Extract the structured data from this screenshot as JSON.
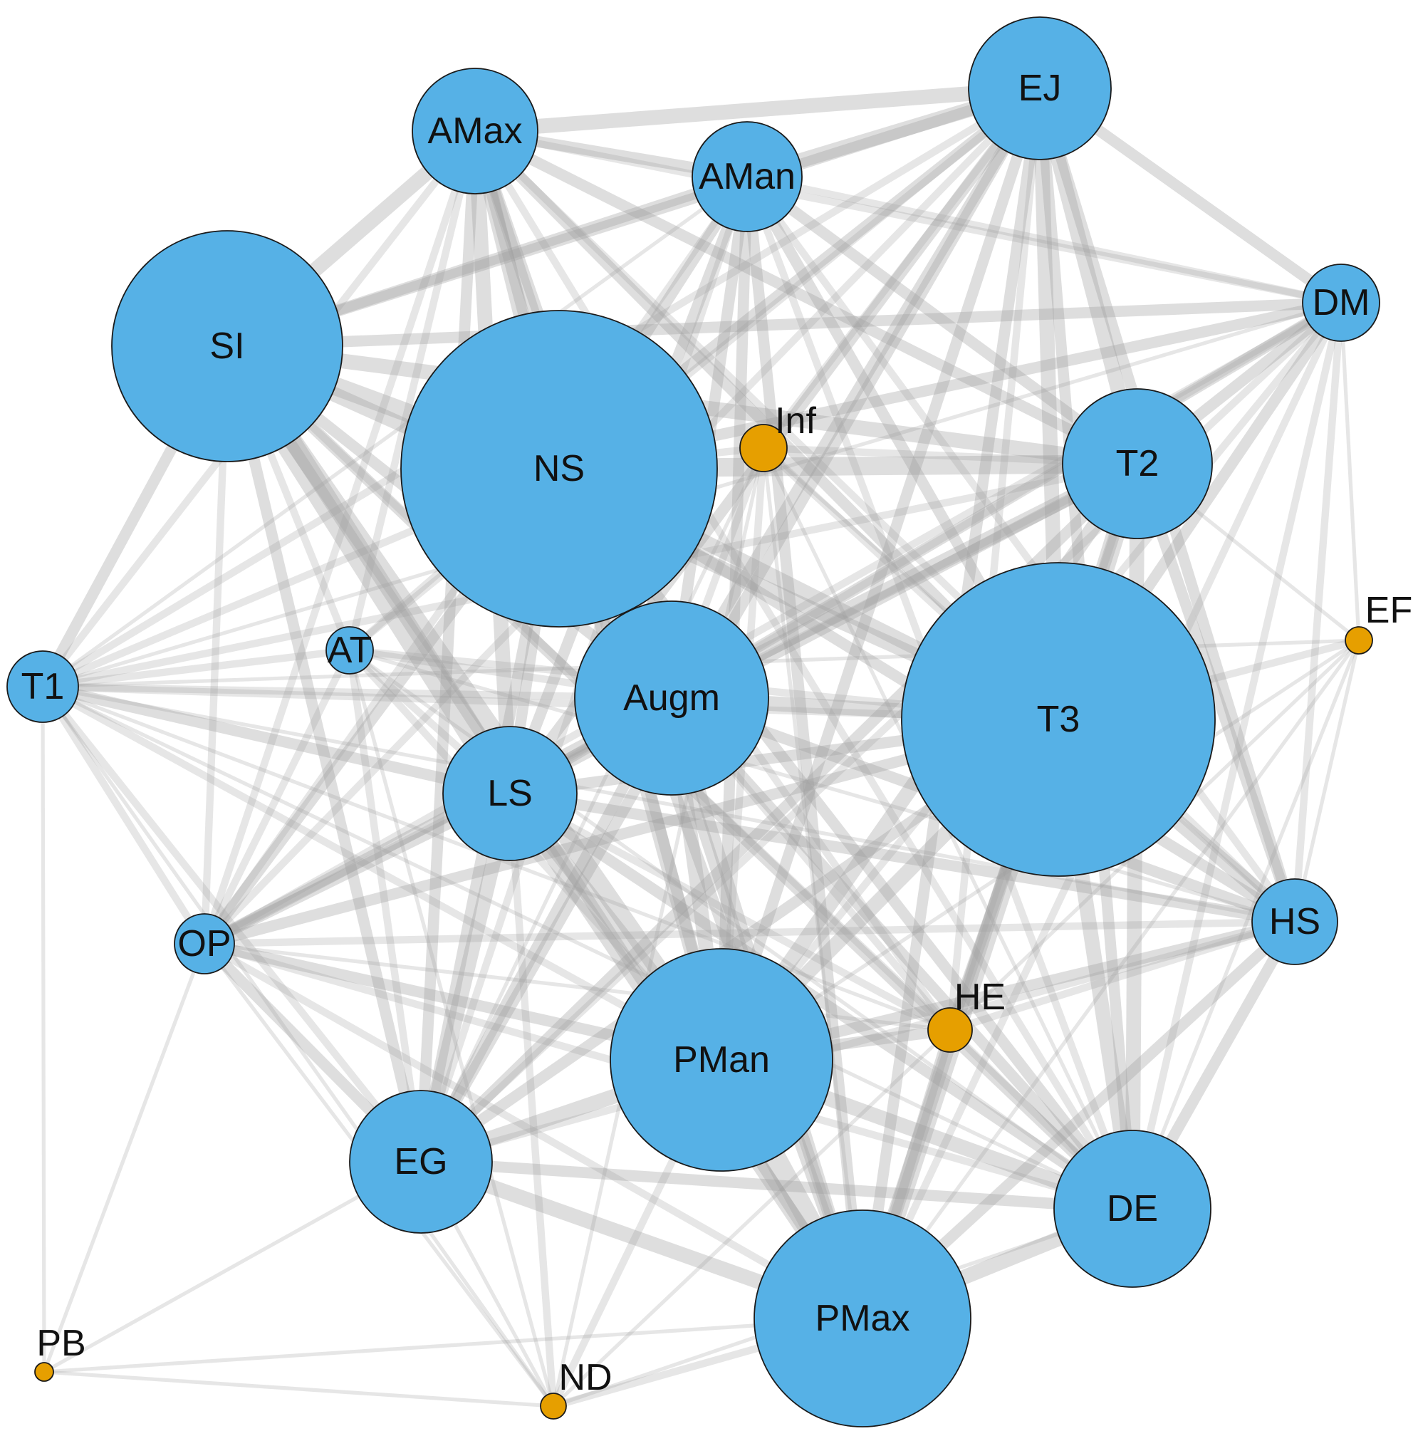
{
  "colors": {
    "primary_node": "#56B1E6",
    "secondary_node": "#E69F00",
    "edge": "#9E9E9E",
    "node_outline": "#1A1A1A"
  },
  "network": {
    "nodes": [
      {
        "id": "AMax",
        "label": "AMax",
        "group": "primary"
      },
      {
        "id": "AMan",
        "label": "AMan",
        "group": "primary"
      },
      {
        "id": "EJ",
        "label": "EJ",
        "group": "primary"
      },
      {
        "id": "DM",
        "label": "DM",
        "group": "primary"
      },
      {
        "id": "SI",
        "label": "SI",
        "group": "primary"
      },
      {
        "id": "NS",
        "label": "NS",
        "group": "primary"
      },
      {
        "id": "Inf",
        "label": "Inf",
        "group": "secondary"
      },
      {
        "id": "T2",
        "label": "T2",
        "group": "primary"
      },
      {
        "id": "EF",
        "label": "EF",
        "group": "secondary"
      },
      {
        "id": "AT",
        "label": "AT",
        "group": "primary"
      },
      {
        "id": "T1",
        "label": "T1",
        "group": "primary"
      },
      {
        "id": "Augm",
        "label": "Augm",
        "group": "primary"
      },
      {
        "id": "T3",
        "label": "T3",
        "group": "primary"
      },
      {
        "id": "LS",
        "label": "LS",
        "group": "primary"
      },
      {
        "id": "OP",
        "label": "OP",
        "group": "primary"
      },
      {
        "id": "HS",
        "label": "HS",
        "group": "primary"
      },
      {
        "id": "HE",
        "label": "HE",
        "group": "secondary"
      },
      {
        "id": "PMan",
        "label": "PMan",
        "group": "primary"
      },
      {
        "id": "EG",
        "label": "EG",
        "group": "primary"
      },
      {
        "id": "DE",
        "label": "DE",
        "group": "primary"
      },
      {
        "id": "PB",
        "label": "PB",
        "group": "secondary"
      },
      {
        "id": "PMax",
        "label": "PMax",
        "group": "primary"
      },
      {
        "id": "ND",
        "label": "ND",
        "group": "secondary"
      }
    ],
    "edges": [
      [
        "NS",
        "Augm",
        5
      ],
      [
        "NS",
        "T3",
        4
      ],
      [
        "NS",
        "T2",
        5
      ],
      [
        "NS",
        "LS",
        3
      ],
      [
        "NS",
        "PMan",
        4
      ],
      [
        "NS",
        "AMax",
        4
      ],
      [
        "NS",
        "AMan",
        3
      ],
      [
        "NS",
        "EJ",
        3
      ],
      [
        "NS",
        "SI",
        5
      ],
      [
        "NS",
        "DM",
        3
      ],
      [
        "NS",
        "PMax",
        3
      ],
      [
        "NS",
        "HS",
        3
      ],
      [
        "NS",
        "DE",
        3
      ],
      [
        "NS",
        "EG",
        3
      ],
      [
        "NS",
        "OP",
        3
      ],
      [
        "NS",
        "T1",
        2
      ],
      [
        "NS",
        "AT",
        2
      ],
      [
        "NS",
        "Inf",
        2
      ],
      [
        "NS",
        "HE",
        2
      ],
      [
        "SI",
        "LS",
        7
      ],
      [
        "SI",
        "PMan",
        5
      ],
      [
        "SI",
        "T3",
        4
      ],
      [
        "SI",
        "AMax",
        4
      ],
      [
        "SI",
        "AMan",
        3
      ],
      [
        "SI",
        "EJ",
        3
      ],
      [
        "SI",
        "DM",
        3
      ],
      [
        "SI",
        "T2",
        4
      ],
      [
        "SI",
        "Augm",
        3
      ],
      [
        "SI",
        "EG",
        3
      ],
      [
        "SI",
        "T1",
        3
      ],
      [
        "SI",
        "OP",
        2
      ],
      [
        "SI",
        "PMax",
        3
      ],
      [
        "SI",
        "HE",
        2
      ],
      [
        "SI",
        "DE",
        3
      ],
      [
        "SI",
        "AT",
        2
      ],
      [
        "T3",
        "T2",
        5
      ],
      [
        "T3",
        "EJ",
        4
      ],
      [
        "T3",
        "PMan",
        4
      ],
      [
        "T3",
        "PMax",
        5
      ],
      [
        "T3",
        "DE",
        4
      ],
      [
        "T3",
        "HS",
        4
      ],
      [
        "T3",
        "Augm",
        4
      ],
      [
        "T3",
        "LS",
        3
      ],
      [
        "T3",
        "EG",
        3
      ],
      [
        "T3",
        "OP",
        3
      ],
      [
        "T3",
        "AMan",
        3
      ],
      [
        "T3",
        "AMax",
        3
      ],
      [
        "T3",
        "DM",
        3
      ],
      [
        "T3",
        "HE",
        3
      ],
      [
        "T3",
        "T1",
        2
      ],
      [
        "T3",
        "AT",
        2
      ],
      [
        "T3",
        "EF",
        2
      ],
      [
        "T3",
        "Inf",
        2
      ],
      [
        "PMan",
        "PMax",
        6
      ],
      [
        "PMan",
        "LS",
        4
      ],
      [
        "PMan",
        "Augm",
        4
      ],
      [
        "PMan",
        "EG",
        4
      ],
      [
        "PMan",
        "DE",
        4
      ],
      [
        "PMan",
        "T2",
        4
      ],
      [
        "PMan",
        "EJ",
        3
      ],
      [
        "PMan",
        "AMax",
        3
      ],
      [
        "PMan",
        "AMan",
        3
      ],
      [
        "PMan",
        "HS",
        3
      ],
      [
        "PMan",
        "OP",
        3
      ],
      [
        "PMan",
        "HE",
        3
      ],
      [
        "PMan",
        "T1",
        2
      ],
      [
        "PMan",
        "DM",
        2
      ],
      [
        "PMan",
        "ND",
        2
      ],
      [
        "PMan",
        "AT",
        2
      ],
      [
        "PMan",
        "EF",
        1
      ],
      [
        "PMan",
        "Inf",
        2
      ],
      [
        "Augm",
        "LS",
        3
      ],
      [
        "Augm",
        "T2",
        4
      ],
      [
        "Augm",
        "EJ",
        3
      ],
      [
        "Augm",
        "AMax",
        3
      ],
      [
        "Augm",
        "AMan",
        3
      ],
      [
        "Augm",
        "PMax",
        3
      ],
      [
        "Augm",
        "EG",
        3
      ],
      [
        "Augm",
        "OP",
        3
      ],
      [
        "Augm",
        "HS",
        3
      ],
      [
        "Augm",
        "DE",
        3
      ],
      [
        "Augm",
        "DM",
        3
      ],
      [
        "Augm",
        "T1",
        2
      ],
      [
        "Augm",
        "HE",
        2
      ],
      [
        "Augm",
        "Inf",
        2
      ],
      [
        "Augm",
        "AT",
        2
      ],
      [
        "T2",
        "EJ",
        4
      ],
      [
        "T2",
        "DM",
        3
      ],
      [
        "T2",
        "AMax",
        3
      ],
      [
        "T2",
        "AMan",
        3
      ],
      [
        "T2",
        "HS",
        3
      ],
      [
        "T2",
        "DE",
        4
      ],
      [
        "T2",
        "PMax",
        3
      ],
      [
        "T2",
        "LS",
        3
      ],
      [
        "T2",
        "EG",
        3
      ],
      [
        "T2",
        "OP",
        2
      ],
      [
        "T2",
        "T1",
        2
      ],
      [
        "T2",
        "HE",
        2
      ],
      [
        "T2",
        "EF",
        1
      ],
      [
        "T2",
        "Inf",
        2
      ],
      [
        "EJ",
        "AMax",
        4
      ],
      [
        "EJ",
        "AMan",
        4
      ],
      [
        "EJ",
        "DM",
        3
      ],
      [
        "EJ",
        "HS",
        3
      ],
      [
        "EJ",
        "DE",
        3
      ],
      [
        "EJ",
        "PMax",
        3
      ],
      [
        "EJ",
        "LS",
        3
      ],
      [
        "EJ",
        "EG",
        3
      ],
      [
        "EJ",
        "OP",
        2
      ],
      [
        "EJ",
        "T1",
        2
      ],
      [
        "EJ",
        "AT",
        2
      ],
      [
        "EJ",
        "HE",
        2
      ],
      [
        "EJ",
        "Inf",
        2
      ],
      [
        "AMax",
        "AMan",
        3
      ],
      [
        "AMax",
        "LS",
        4
      ],
      [
        "AMax",
        "EG",
        3
      ],
      [
        "AMax",
        "OP",
        2
      ],
      [
        "AMax",
        "T1",
        2
      ],
      [
        "AMax",
        "PMax",
        3
      ],
      [
        "AMax",
        "DE",
        2
      ],
      [
        "AMax",
        "HS",
        2
      ],
      [
        "AMax",
        "DM",
        2
      ],
      [
        "AMax",
        "AT",
        2
      ],
      [
        "AMan",
        "LS",
        3
      ],
      [
        "AMan",
        "EG",
        2
      ],
      [
        "AMan",
        "PMax",
        3
      ],
      [
        "AMan",
        "DE",
        2
      ],
      [
        "AMan",
        "HS",
        2
      ],
      [
        "AMan",
        "DM",
        2
      ],
      [
        "AMan",
        "OP",
        2
      ],
      [
        "AMan",
        "T1",
        1
      ],
      [
        "DM",
        "HS",
        2
      ],
      [
        "DM",
        "DE",
        2
      ],
      [
        "DM",
        "PMax",
        2
      ],
      [
        "DM",
        "LS",
        2
      ],
      [
        "DM",
        "EG",
        2
      ],
      [
        "DM",
        "OP",
        2
      ],
      [
        "DM",
        "EF",
        1
      ],
      [
        "DM",
        "T1",
        1
      ],
      [
        "LS",
        "EG",
        4
      ],
      [
        "LS",
        "PMax",
        4
      ],
      [
        "LS",
        "OP",
        3
      ],
      [
        "LS",
        "T1",
        3
      ],
      [
        "LS",
        "DE",
        3
      ],
      [
        "LS",
        "HS",
        3
      ],
      [
        "LS",
        "AT",
        2
      ],
      [
        "LS",
        "HE",
        2
      ],
      [
        "LS",
        "ND",
        2
      ],
      [
        "PMax",
        "DE",
        4
      ],
      [
        "PMax",
        "HS",
        3
      ],
      [
        "PMax",
        "EG",
        4
      ],
      [
        "PMax",
        "OP",
        2
      ],
      [
        "PMax",
        "HE",
        3
      ],
      [
        "PMax",
        "ND",
        2
      ],
      [
        "PMax",
        "PB",
        1
      ],
      [
        "PMax",
        "EF",
        1
      ],
      [
        "DE",
        "HS",
        3
      ],
      [
        "DE",
        "EG",
        3
      ],
      [
        "DE",
        "OP",
        2
      ],
      [
        "DE",
        "HE",
        2
      ],
      [
        "DE",
        "EF",
        1
      ],
      [
        "DE",
        "T1",
        1
      ],
      [
        "EG",
        "OP",
        3
      ],
      [
        "EG",
        "T1",
        2
      ],
      [
        "EG",
        "HS",
        2
      ],
      [
        "EG",
        "ND",
        1
      ],
      [
        "EG",
        "PB",
        1
      ],
      [
        "EG",
        "AT",
        2
      ],
      [
        "OP",
        "T1",
        2
      ],
      [
        "OP",
        "HS",
        2
      ],
      [
        "OP",
        "AT",
        2
      ],
      [
        "OP",
        "PB",
        1
      ],
      [
        "OP",
        "ND",
        1
      ],
      [
        "OP",
        "HE",
        1
      ],
      [
        "T1",
        "HS",
        1
      ],
      [
        "T1",
        "AT",
        2
      ],
      [
        "T1",
        "PB",
        1
      ],
      [
        "T1",
        "ND",
        1
      ],
      [
        "T1",
        "EF",
        1
      ],
      [
        "T1",
        "HE",
        1
      ],
      [
        "HS",
        "EF",
        1
      ],
      [
        "HS",
        "HE",
        2
      ],
      [
        "AT",
        "HS",
        1
      ],
      [
        "AT",
        "DE",
        1
      ],
      [
        "AT",
        "ND",
        1
      ],
      [
        "HE",
        "EF",
        1
      ],
      [
        "HE",
        "ND",
        1
      ],
      [
        "Inf",
        "HS",
        1
      ],
      [
        "Inf",
        "DE",
        1
      ],
      [
        "Inf",
        "PMax",
        1
      ],
      [
        "Inf",
        "ND",
        1
      ],
      [
        "Inf",
        "EG",
        1
      ],
      [
        "ND",
        "DE",
        1
      ],
      [
        "ND",
        "PB",
        1
      ]
    ]
  }
}
